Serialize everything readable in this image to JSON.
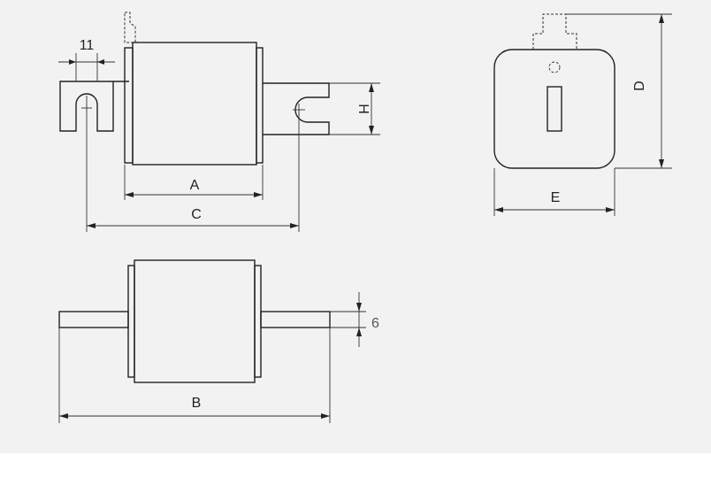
{
  "dimensions": {
    "eleven": "11",
    "a": "A",
    "c": "C",
    "h": "H",
    "d": "D",
    "e": "E",
    "b": "B",
    "six": "6"
  },
  "colors": {
    "line": "#222222",
    "background": "#f2f2f2"
  }
}
